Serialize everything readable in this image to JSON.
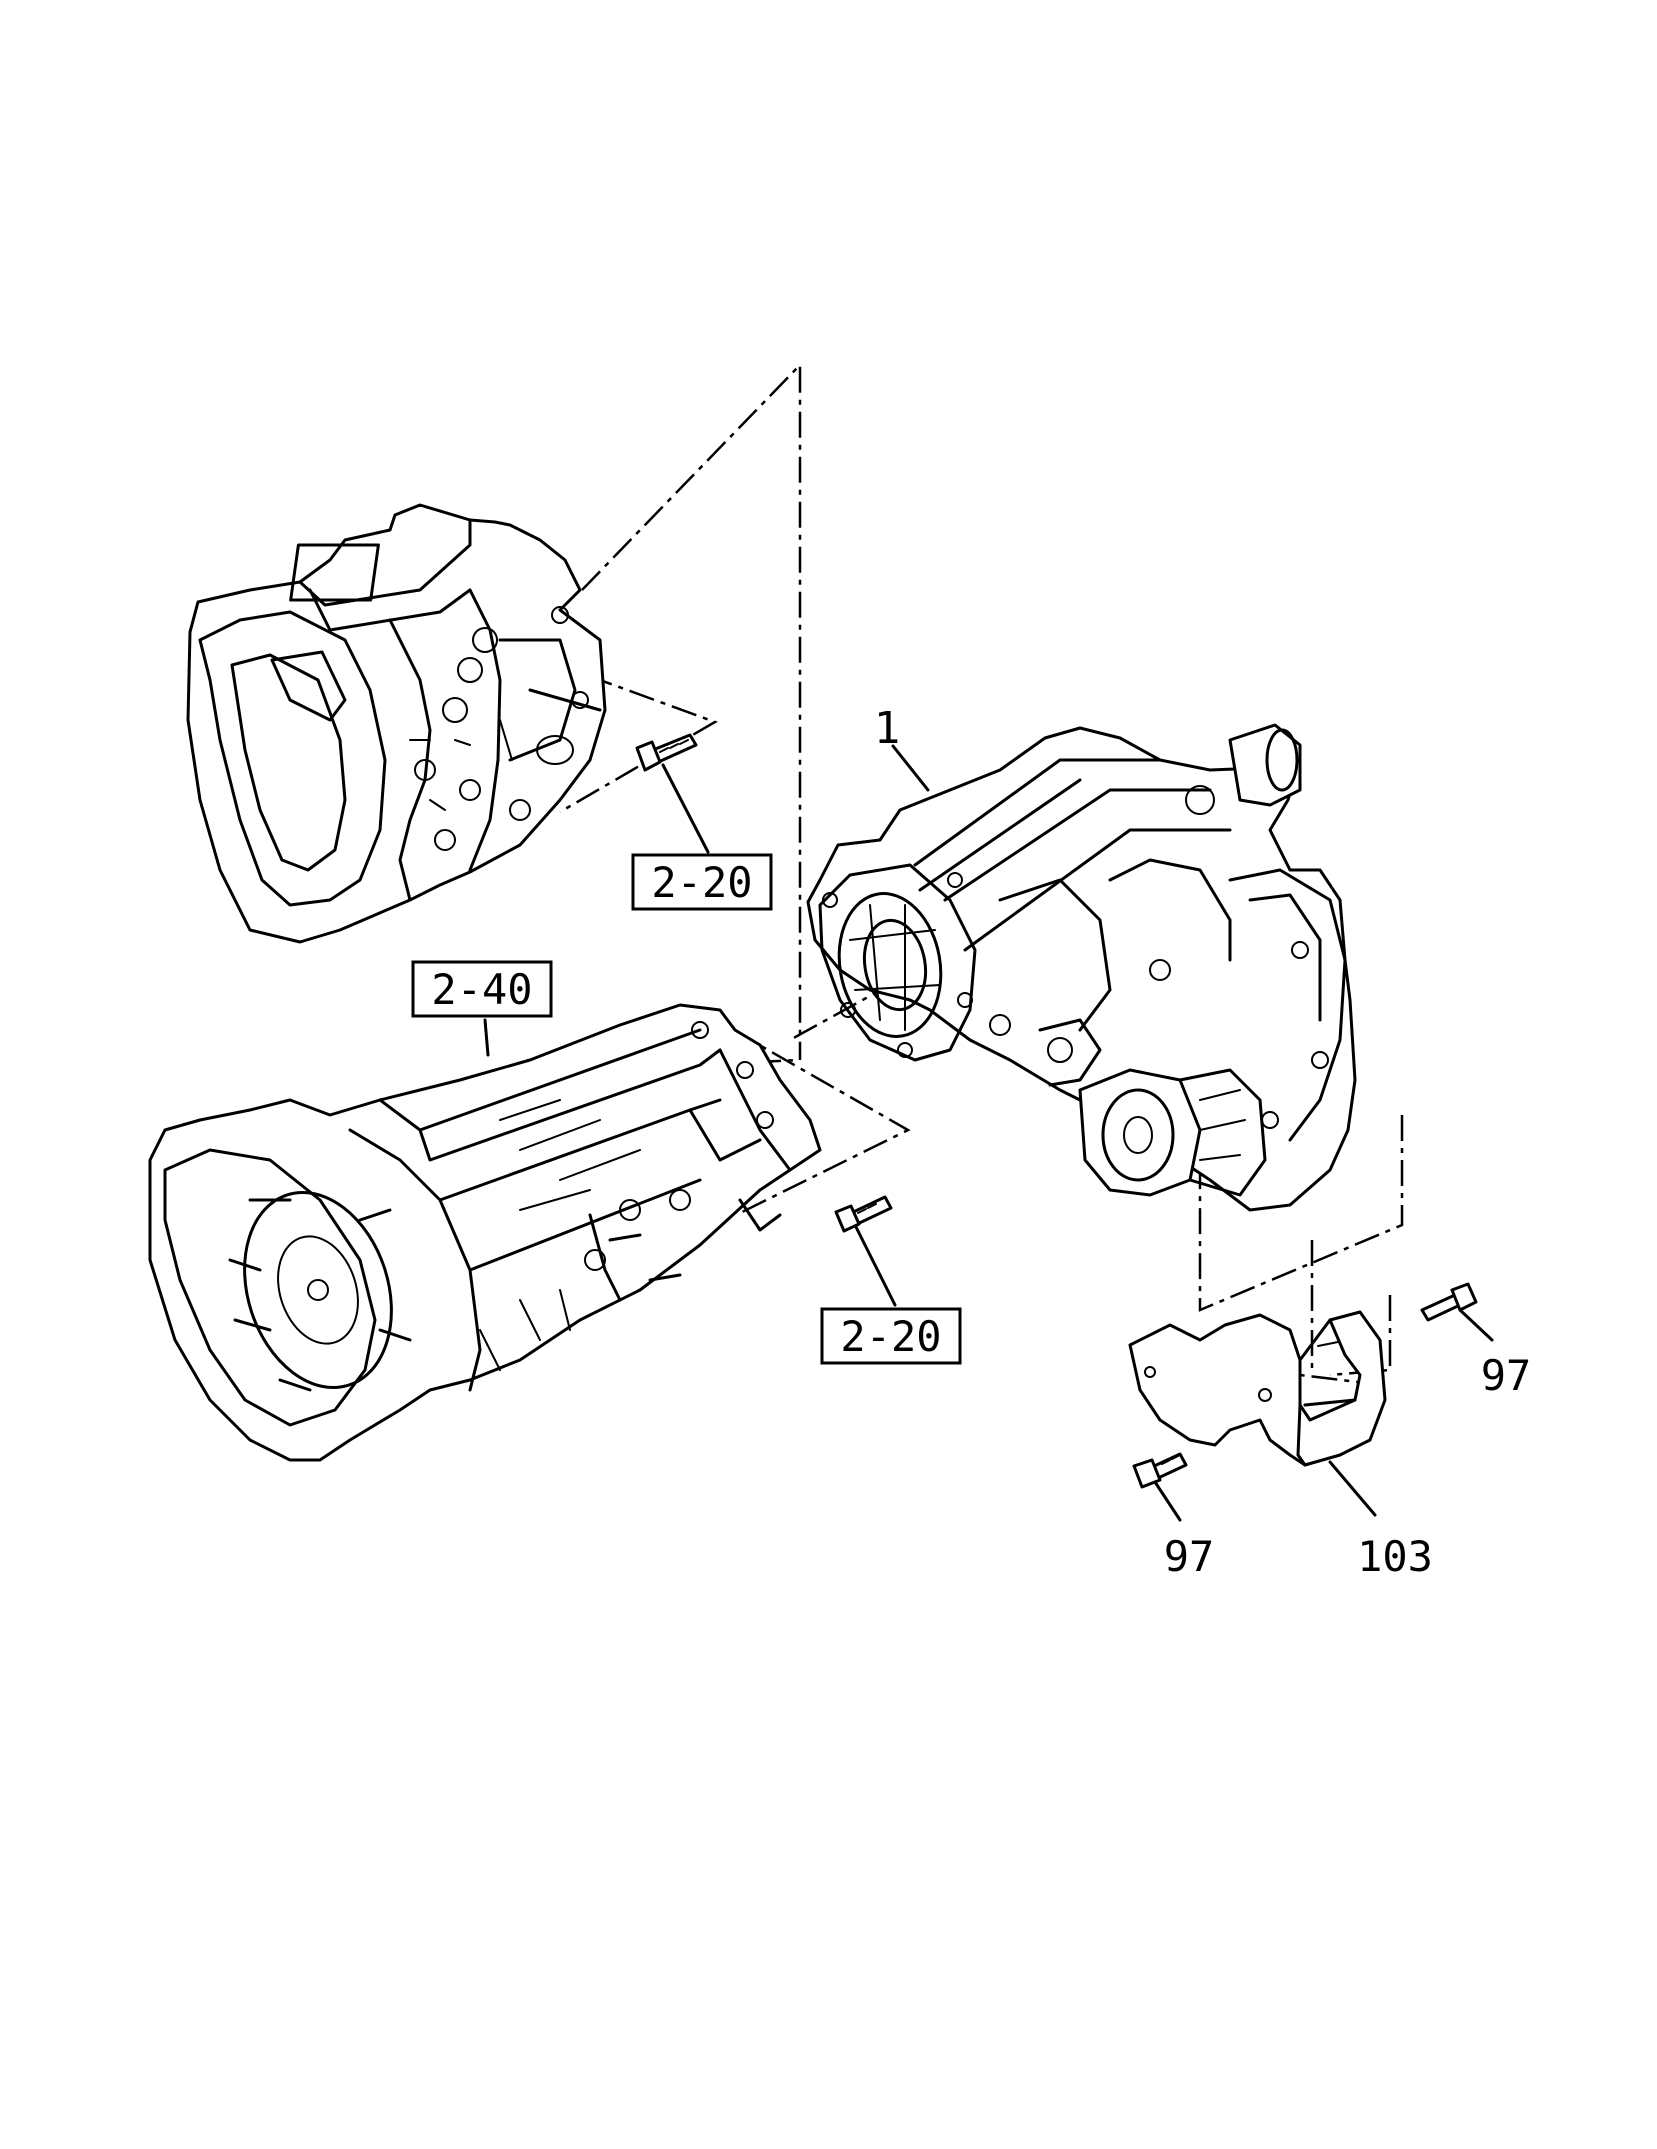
{
  "callouts": {
    "transfer_case": "1",
    "manual_trans_ref": "2-20",
    "auto_trans_ref": "2-40",
    "auto_trans_bolt_ref": "2-20",
    "bolt_upper": "97",
    "bolt_lower": "97",
    "bracket": "103"
  }
}
